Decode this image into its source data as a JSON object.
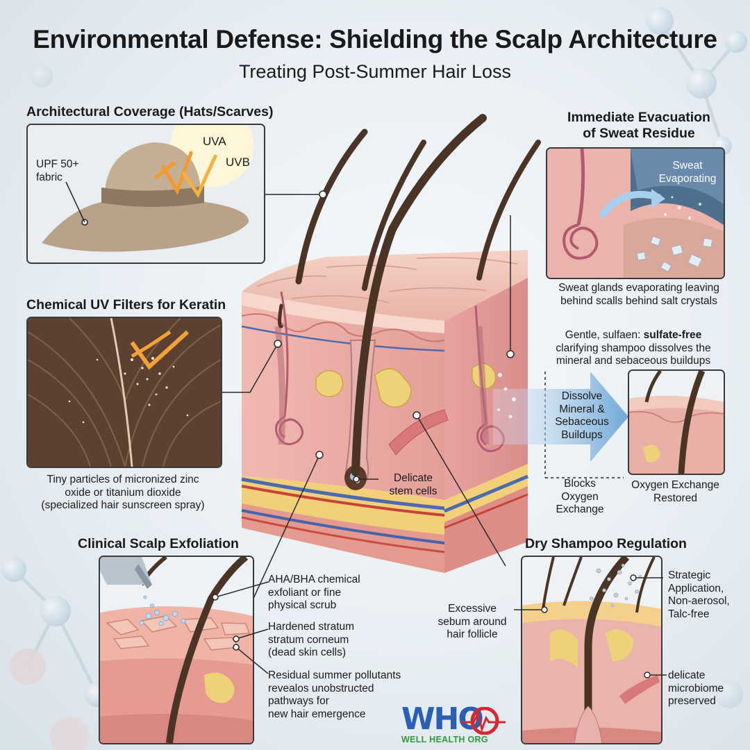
{
  "header": {
    "title": "Environmental Defense: Shielding the Scalp Architecture",
    "subtitle": "Treating Post-Summer Hair Loss"
  },
  "sections": {
    "coverage": {
      "heading": "Architectural Coverage (Hats/Scarves)",
      "fabric_label": "UPF 50+\nfabric",
      "uva": "UVA",
      "uvb": "UVB"
    },
    "uv_filters": {
      "heading": "Chemical UV Filters for Keratin",
      "caption": "Tiny particles of micronized zinc\noxide or titanium dioxide\n(specialized hair sunscreen spray)"
    },
    "exfoliation": {
      "heading": "Clinical Scalp Exfoliation",
      "label_1": "AHA/BHA chemical\nexfoliant or fine\nphysical scrub",
      "label_2": "Hardened stratum\nstratum corneum\n(dead skin cells)",
      "label_3": "Residual summer pollutants\nrevealos unobstructed\npathways for\nnew hair emergence"
    },
    "sweat": {
      "heading": "Immediate Evacuation\nof Sweat Residue",
      "panel_label": "Sweat\nEvaporating",
      "caption": "Sweat glands evaporating leaving\nbehind scalls behind salt crystals"
    },
    "clarifying": {
      "caption_plain": "Gentle, sulfaen: ",
      "caption_bold": "sulfate-free",
      "caption_rest": "clarifying shampoo dissolves the\nmineral and sebaceous buildups",
      "arrow_label": "Dissolve\nMineral &\nSebaceous\nBuildups",
      "blocks_label": "Blocks\nOxygen\nExchange",
      "restored_label": "Oxygen Exchange\nRestored"
    },
    "dry_shampoo": {
      "heading": "Dry Shampoo Regulation",
      "label_left": "Excessive\nsebum around\nhair follicle",
      "label_right_1": "Strategic\nApplication,\nNon-aerosol,\nTalc-free",
      "label_right_2": "delicate\nmicrobiome\npreserved"
    },
    "center": {
      "stem_label": "Delicate\nstem cells"
    }
  },
  "logo": {
    "mark": "WHO",
    "text": "WELL HEALTH ORG"
  },
  "colors": {
    "skin": "#e9a9a6",
    "skin_light": "#f2c3bd",
    "hair": "#4a3426",
    "fat": "#f1d27a",
    "vein": "#3d5fa8",
    "artery": "#c23b3b",
    "arrow_blue": "#7fb3dc",
    "logo_blue": "#2b5fb4",
    "logo_red": "#d8282f"
  }
}
